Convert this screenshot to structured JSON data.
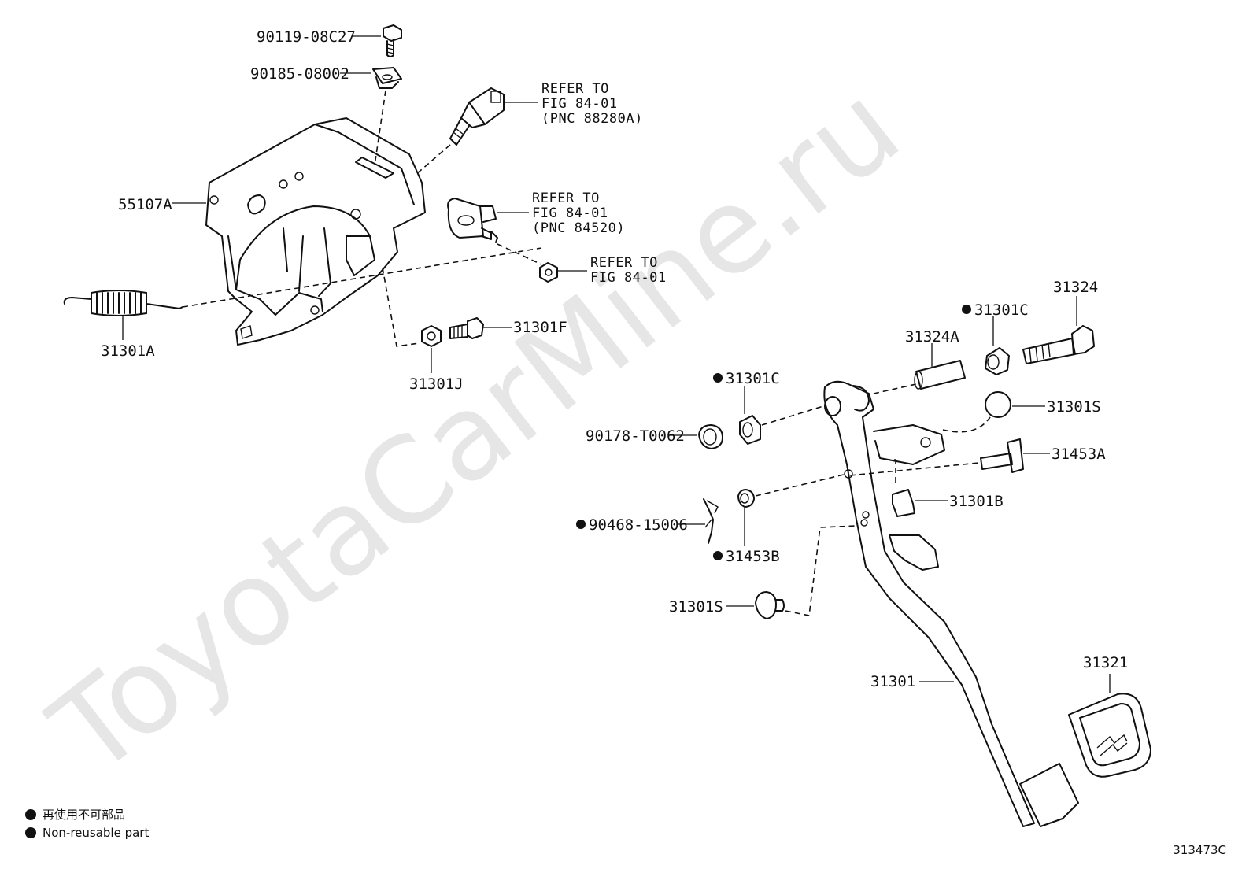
{
  "watermark": "ToyotaCarMine.ru",
  "callouts": {
    "p90119": "90119-08C27",
    "p90185": "90185-08002",
    "p55107A": "55107A",
    "p31301A": "31301A",
    "p31301F": "31301F",
    "p31301J": "31301J",
    "p31324": "31324",
    "p31301C_top": "31301C",
    "p31324A": "31324A",
    "p31301C_mid": "31301C",
    "p31301S_right": "31301S",
    "p90178": "90178-T0062",
    "p31453A": "31453A",
    "p31301B": "31301B",
    "p90468": "90468-15006",
    "p31453B": "31453B",
    "p31301S_left": "31301S",
    "p31301": "31301",
    "p31321": "31321"
  },
  "refs": {
    "ref1": {
      "line1": "REFER TO",
      "line2": "FIG 84-01",
      "line3": "(PNC 88280A)"
    },
    "ref2": {
      "line1": "REFER TO",
      "line2": "FIG 84-01",
      "line3": "(PNC 84520)"
    },
    "ref3": {
      "line1": "REFER TO",
      "line2": "FIG 84-01"
    }
  },
  "legend": {
    "line_jp": "再使用不可部品",
    "line_en": "Non-reusable part"
  },
  "figure_id": "313473C"
}
